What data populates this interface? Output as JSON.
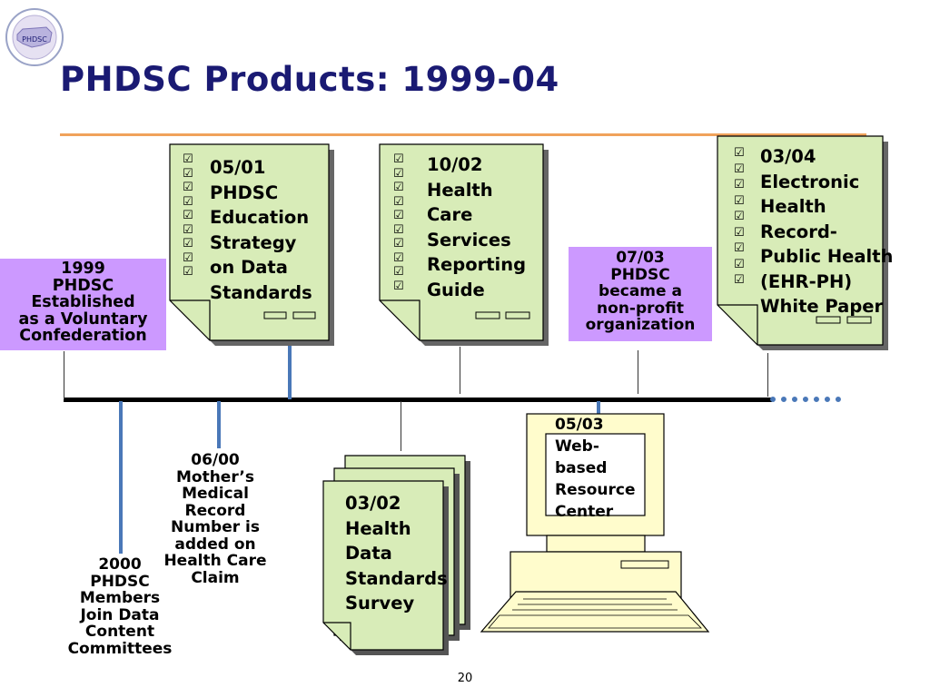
{
  "slide": {
    "title": "PHDSC Products: 1999-04",
    "page_number": "20",
    "logo": {
      "text": "PHDSC",
      "icon": "phdsc-seal-logo-icon"
    }
  },
  "colors": {
    "title": "#1a1a73",
    "rule": "#f0a25a",
    "document_fill": "#d8ecb8",
    "purple_box": "#cc99ff",
    "blue_connector": "#4a78b8",
    "computer_fill": "#fffccc"
  },
  "documents": [
    {
      "lines": [
        "05/01",
        "PHDSC",
        "Education",
        "Strategy",
        "on Data",
        "Standards"
      ]
    },
    {
      "lines": [
        "10/02",
        "Health",
        "Care",
        "Services",
        "Reporting",
        "Guide"
      ]
    },
    {
      "lines": [
        "03/04",
        "Electronic",
        "Health",
        "Record-",
        "Public Health",
        "(EHR-PH)",
        "White Paper"
      ]
    }
  ],
  "purple_boxes": [
    {
      "lines": [
        "1999",
        "PHDSC",
        "Established",
        "as a Voluntary",
        "Confederation"
      ]
    },
    {
      "lines": [
        "07/03",
        "PHDSC",
        "became a",
        "non-profit",
        "organization"
      ]
    }
  ],
  "callouts": [
    {
      "lines": [
        "06/00",
        "Mother’s",
        "Medical",
        "Record",
        "Number is",
        "added on",
        "Health Care",
        "Claim"
      ]
    },
    {
      "lines": [
        "2000",
        "PHDSC",
        "Members",
        "Join Data",
        "Content",
        "Committees"
      ]
    }
  ],
  "survey": {
    "lines": [
      "03/02",
      "Health",
      "Data",
      "Standards",
      "Survey"
    ]
  },
  "computer": {
    "lines": [
      "05/03",
      "Web-",
      "based",
      "Resource",
      "Center"
    ]
  }
}
